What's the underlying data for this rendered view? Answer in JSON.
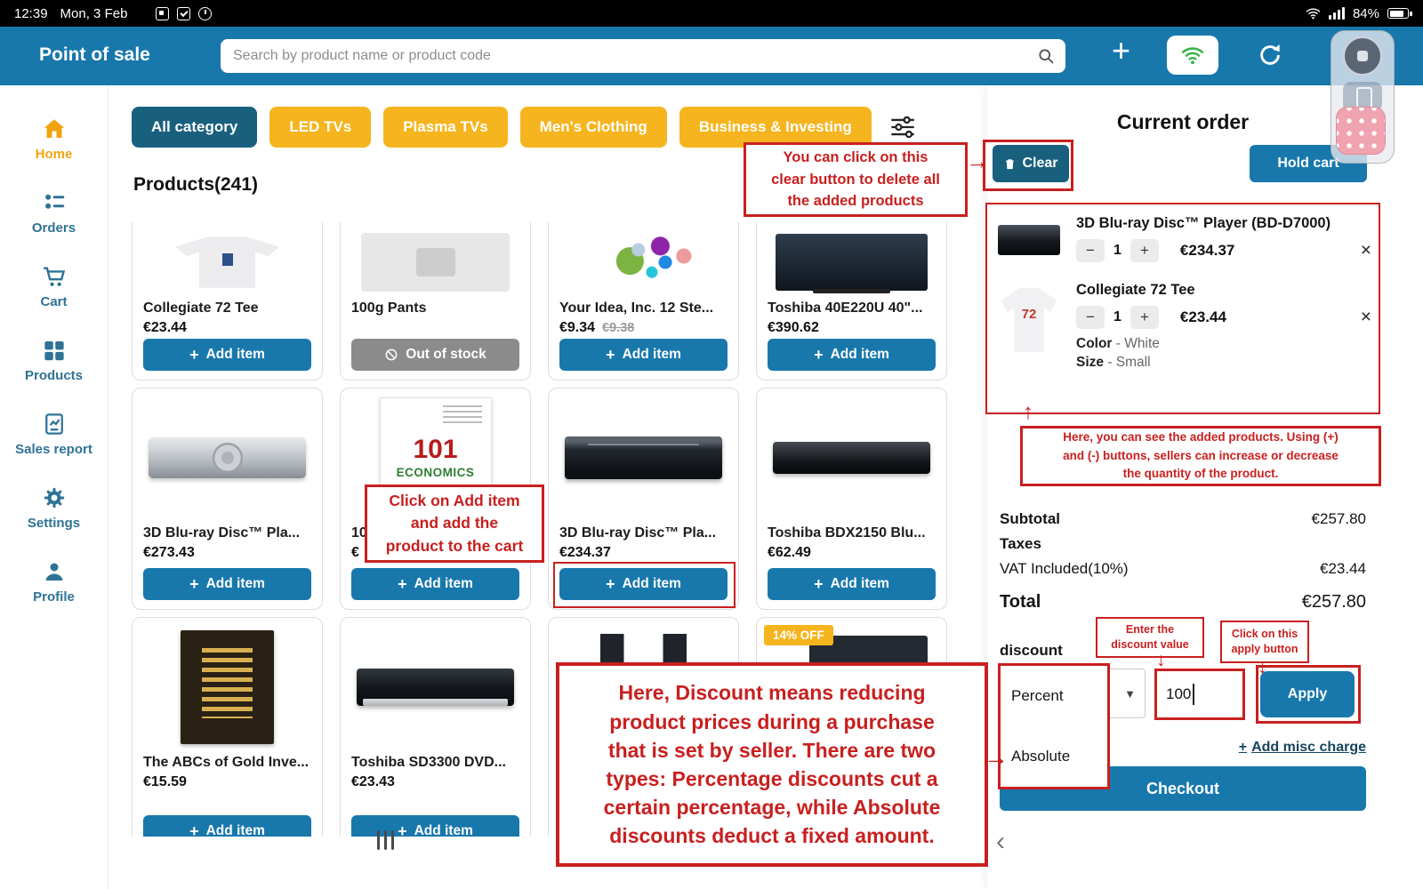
{
  "colors": {
    "blue": "#1878ac",
    "teal": "#19607f",
    "yellow": "#f6b51e",
    "red": "#c8201f",
    "sidebar": "#2e7296",
    "active": "#f2a30f"
  },
  "icons": {
    "plus": "+",
    "minus": "−",
    "close": "×",
    "caret_down": "▼",
    "chevron_left": "‹",
    "arrow_right": "→",
    "arrow_up": "↑",
    "arrow_down": "↓"
  },
  "status_bar": {
    "time": "12:39",
    "date": "Mon, 3 Feb",
    "battery_percent": "84%"
  },
  "header": {
    "title": "Point of sale",
    "search_placeholder": "Search by product name or product code"
  },
  "sidebar": {
    "items": [
      {
        "label": "Home",
        "active": true
      },
      {
        "label": "Orders"
      },
      {
        "label": "Cart"
      },
      {
        "label": "Products"
      },
      {
        "label": "Sales report"
      },
      {
        "label": "Settings"
      },
      {
        "label": "Profile"
      }
    ]
  },
  "categories": [
    {
      "label": "All category",
      "selected": true
    },
    {
      "label": "LED TVs"
    },
    {
      "label": "Plasma TVs"
    },
    {
      "label": "Men's Clothing"
    },
    {
      "label": "Business & Investing"
    }
  ],
  "products": {
    "heading": "Products(241)",
    "items": [
      {
        "name": "Collegiate 72 Tee",
        "price": "€23.44",
        "button_label": "Add item",
        "button_variant": "add",
        "image": "tee-white"
      },
      {
        "name": "100g Pants",
        "button_label": "Out of stock",
        "button_variant": "out",
        "image": "placeholder"
      },
      {
        "name": "Your Idea, Inc. 12 Ste...",
        "price": "€9.34",
        "old_price": "€9.38",
        "button_label": "Add item",
        "button_variant": "add",
        "image": "spheres"
      },
      {
        "name": "Toshiba 40E220U 40\"...",
        "price": "€390.62",
        "button_label": "Add item",
        "button_variant": "add",
        "image": "tv"
      },
      {
        "name": "3D Blu-ray Disc™ Pla...",
        "price": "€273.43",
        "button_label": "Add item",
        "button_variant": "add",
        "image": "player-silver"
      },
      {
        "name": "10",
        "price": "€",
        "button_label": "Add item",
        "button_variant": "add",
        "image": "book-101",
        "cover_top": "101",
        "cover_bottom": "ECONOMICS"
      },
      {
        "name": "3D Blu-ray Disc™ Pla...",
        "price": "€234.37",
        "button_label": "Add item",
        "button_variant": "add",
        "image": "player-black"
      },
      {
        "name": "Toshiba BDX2150 Blu...",
        "price": "€62.49",
        "button_label": "Add item",
        "button_variant": "add",
        "image": "player-flat"
      },
      {
        "name": "The ABCs of Gold Inve...",
        "price": "€15.59",
        "button_label": "Add item",
        "button_variant": "add",
        "image": "book-gold"
      },
      {
        "name": "Toshiba SD3300 DVD...",
        "price": "€23.43",
        "button_label": "Add item",
        "button_variant": "add",
        "image": "dvd-player"
      },
      {
        "name": "",
        "image": "speakers"
      },
      {
        "name": "",
        "image": "dark",
        "badge": "14% OFF"
      }
    ]
  },
  "order": {
    "title": "Current order",
    "clear_label": "Clear",
    "hold_label": "Hold cart",
    "items": [
      {
        "name": "3D Blu-ray Disc™ Player (BD-D7000)",
        "qty": "1",
        "price": "€234.37",
        "image": "cart-player"
      },
      {
        "name": "Collegiate 72 Tee",
        "qty": "1",
        "price": "€23.44",
        "image": "cart-tee",
        "image_text": "72",
        "attrs": [
          {
            "label": "Color",
            "value": "- White"
          },
          {
            "label": "Size",
            "value": "- Small"
          }
        ]
      }
    ],
    "summary": {
      "subtotal_label": "Subtotal",
      "subtotal": "€257.80",
      "taxes_label": "Taxes",
      "vat_label": "VAT Included(10%)",
      "vat": "€23.44",
      "total_label": "Total",
      "total": "€257.80"
    },
    "discount": {
      "label": "discount",
      "type_selected": "Percent",
      "type_option": "Absolute",
      "value": "100",
      "apply_label": "Apply"
    },
    "misc_label": "Add misc charge",
    "checkout_label": "Checkout"
  },
  "annotations": {
    "clear_note": "You can click on this\nclear button to delete all\nthe added products",
    "add_item_note": "Click on Add item\nand add the\nproduct to the cart",
    "cart_note": "Here, you can see the added products. Using (+)\nand (-) buttons, sellers can increase or decrease\nthe quantity of the product.",
    "discount_value_note": "Enter the\ndiscount value",
    "apply_note": "Click on this\napply button",
    "discount_note": "Here, Discount means reducing\nproduct prices during a purchase\nthat is set by seller. There are two\ntypes: Percentage discounts cut a\ncertain percentage, while Absolute\ndiscounts deduct a fixed amount."
  }
}
